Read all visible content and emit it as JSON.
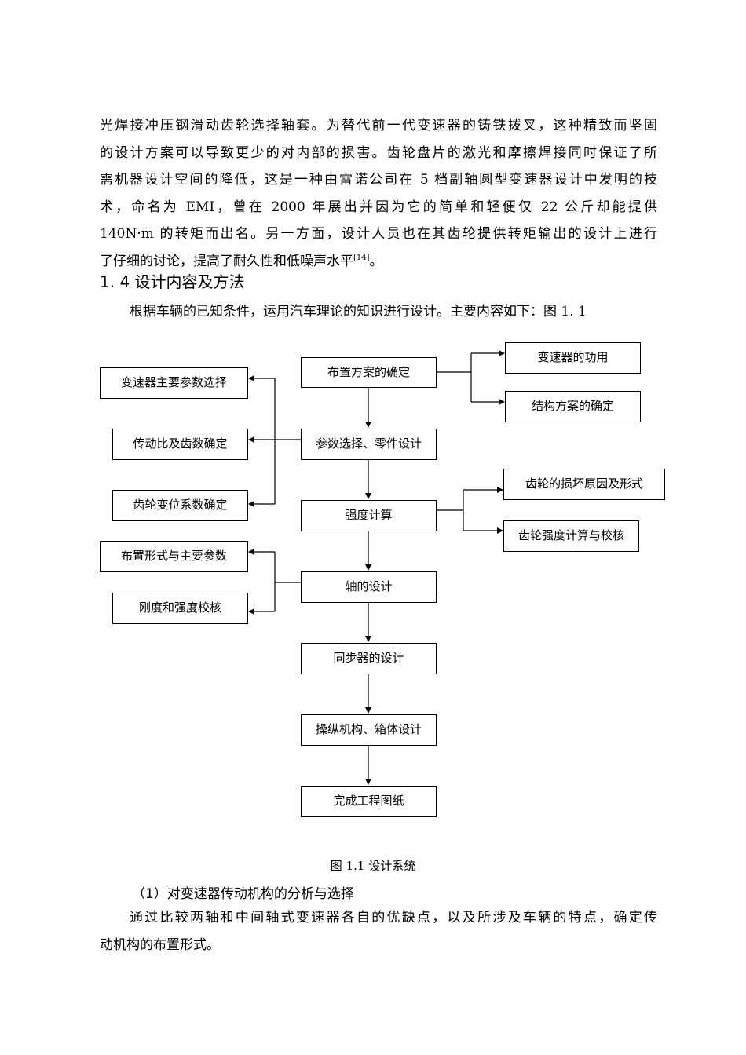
{
  "intro": {
    "lines": [
      "光焊接冲压钢滑动齿轮选择轴套。为替代前一代变速器的铸铁拨叉，这种精致而坚固",
      "的设计方案可以导致更少的对内部的损害。齿轮盘片的激光和摩擦焊接同时保证了所",
      "需机器设计空间的降低，这是一种由雷诺公司在 5 档副轴圆型变速器设计中发明的技",
      "术，命名为 EMI，曾在 2000 年展出并因为它的简单和轻便仅 22 公斤却能提供",
      "140N·m 的转矩而出名。另一方面，设计人员也在其齿轮提供转矩输出的设计上进行"
    ],
    "last_line": "了仔细的讨论，提高了耐久性和低噪声水平",
    "citation": "[14]",
    "last_end": "。"
  },
  "section": {
    "heading": "1. 4 设计内容及方法",
    "intro": "根据车辆的已知条件，运用汽车理论的知识进行设计。主要内容如下：图 1. 1"
  },
  "flowchart": {
    "main": [
      "布置方案的确定",
      "参数选择、零件设计",
      "强度计算",
      "轴的设计",
      "同步器的设计",
      "操纵机构、箱体设计",
      "完成工程图纸"
    ],
    "right": [
      "变速器的功用",
      "结构方案的确定",
      "齿轮的损坏原因及形式",
      "齿轮强度计算与校核"
    ],
    "left": [
      "变速器主要参数选择",
      "传动比及齿数确定",
      "齿轮变位系数确定",
      "布置形式与主要参数",
      "刚度和强度校核"
    ]
  },
  "caption": "图 1.1  设计系统",
  "subsection": {
    "title": "（1）对变速器传动机构的分析与选择",
    "lines": [
      "通过比较两轴和中间轴式变速器各自的优缺点，以及所涉及车辆的特点，确定传",
      "动机构的布置形式。"
    ]
  }
}
